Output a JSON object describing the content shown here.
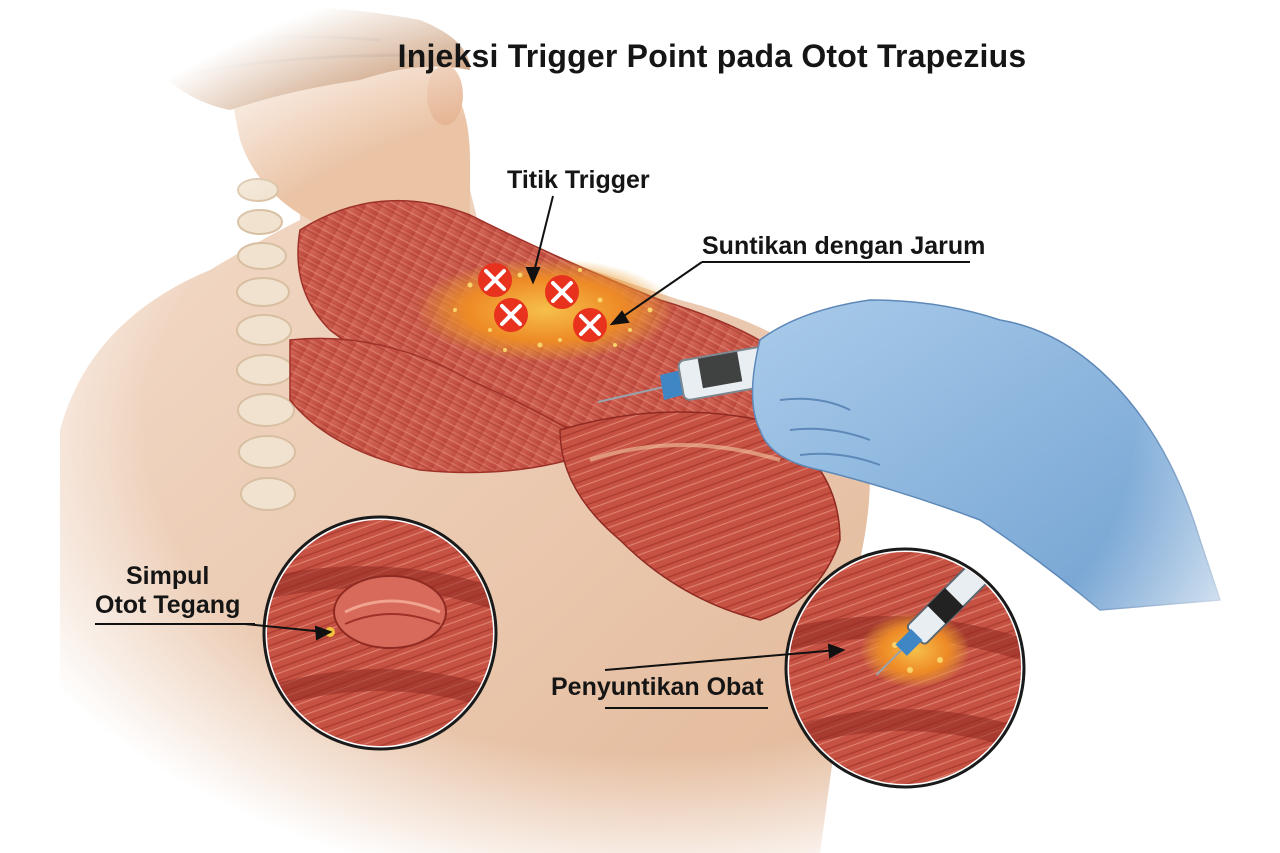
{
  "title": "Injeksi Trigger Point pada Otot Trapezius",
  "labels": {
    "trigger_point": "Titik Trigger",
    "needle_injection": "Suntikan dengan Jarum",
    "tense_knot_line1": "Simpul",
    "tense_knot_line2": "Otot Tegang",
    "drug_injection": "Penyuntikan Obat"
  },
  "colors": {
    "muscle": "#c9554a",
    "skin": "#efcfb5",
    "glove": "#8fb8e0",
    "trigger": "#e8321e",
    "inflammation": "#f2a81e"
  }
}
